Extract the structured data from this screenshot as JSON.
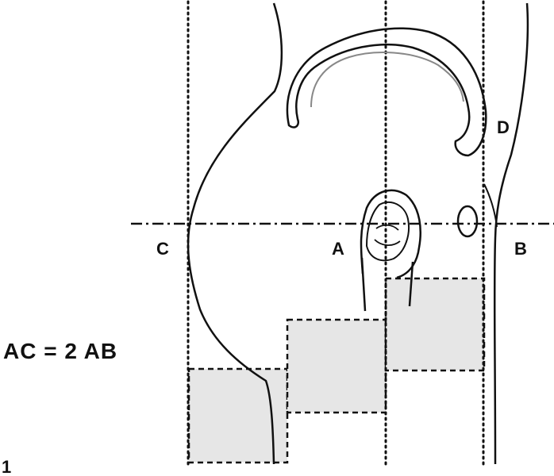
{
  "labels": {
    "point_c": "C",
    "point_a": "A",
    "point_b": "B",
    "point_d": "D"
  },
  "formula": "AC = 2 AB",
  "figure_number": "1",
  "colors": {
    "line": "#111111",
    "box_fill": "#e6e6e6",
    "background": "#ffffff"
  }
}
